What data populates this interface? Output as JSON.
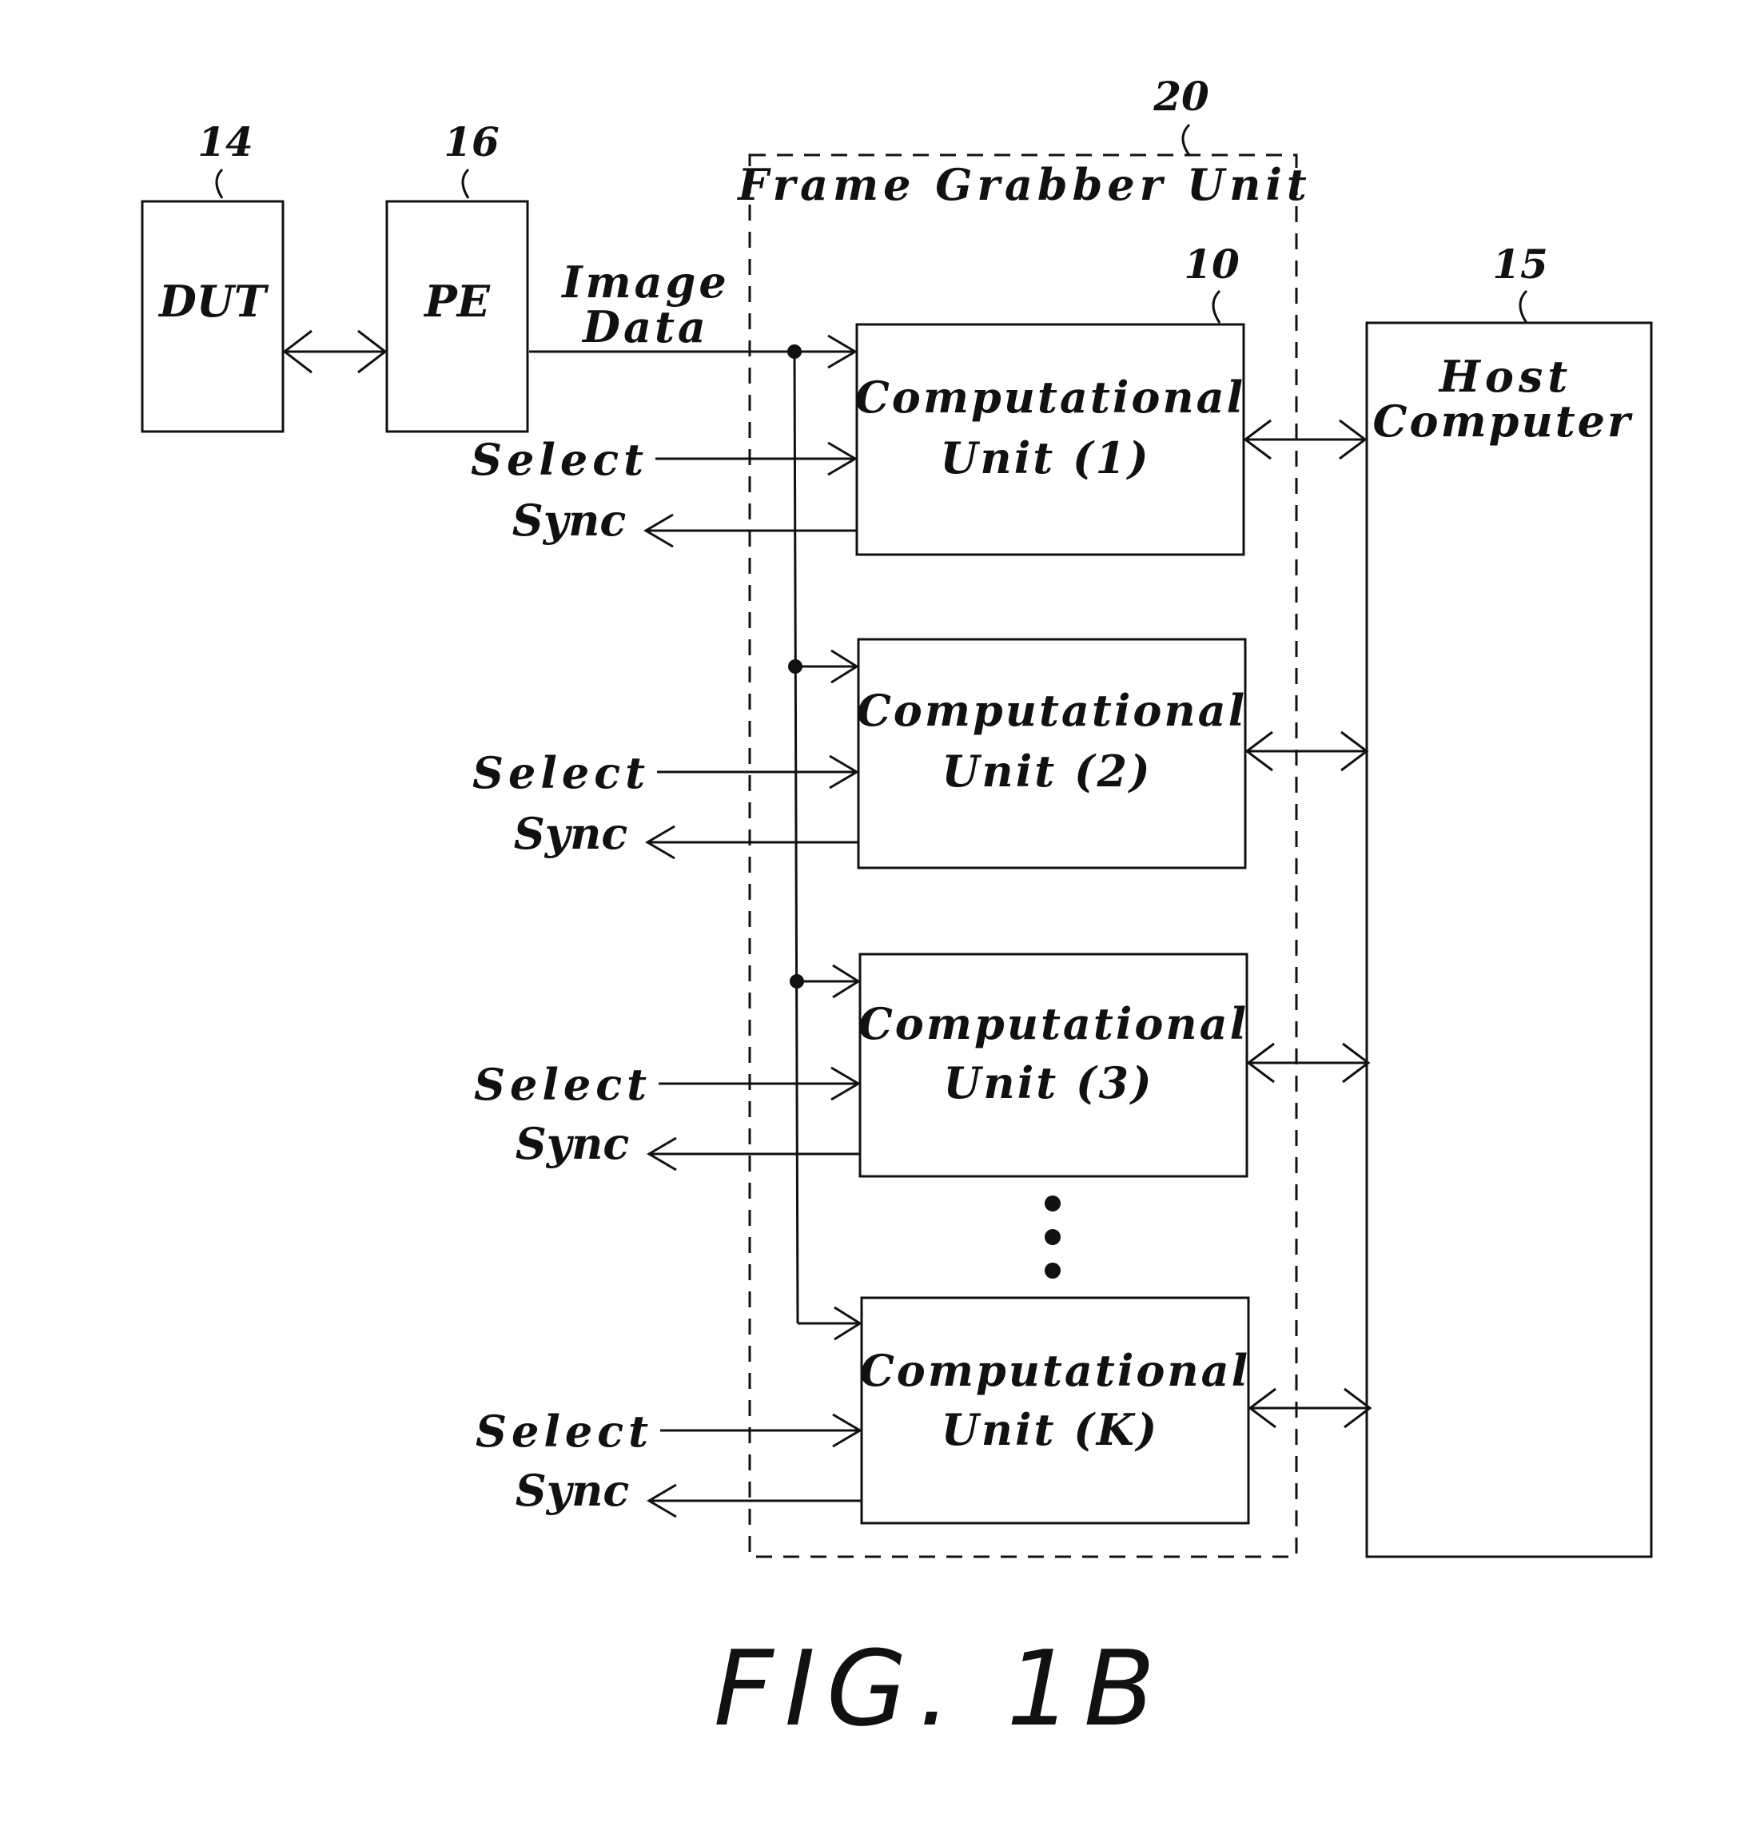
{
  "figure": {
    "caption": "FIG. 1B"
  },
  "blocks": {
    "dut": {
      "label": "DUT",
      "ref": "14"
    },
    "pe": {
      "label": "PE",
      "ref": "16"
    },
    "frame_grabber": {
      "label": "Frame Grabber Unit",
      "ref": "20"
    },
    "host": {
      "line1": "Host",
      "line2": "Computer",
      "ref": "15"
    },
    "unit_ref": "10",
    "units": [
      {
        "line1": "Computational",
        "line2": "Unit (1)"
      },
      {
        "line1": "Computational",
        "line2": "Unit (2)"
      },
      {
        "line1": "Computational",
        "line2": "Unit (3)"
      },
      {
        "line1": "Computational",
        "line2": "Unit (K)"
      }
    ]
  },
  "signals": {
    "image_data_line1": "Image",
    "image_data_line2": "Data",
    "select": "Select",
    "sync": "Sync"
  }
}
